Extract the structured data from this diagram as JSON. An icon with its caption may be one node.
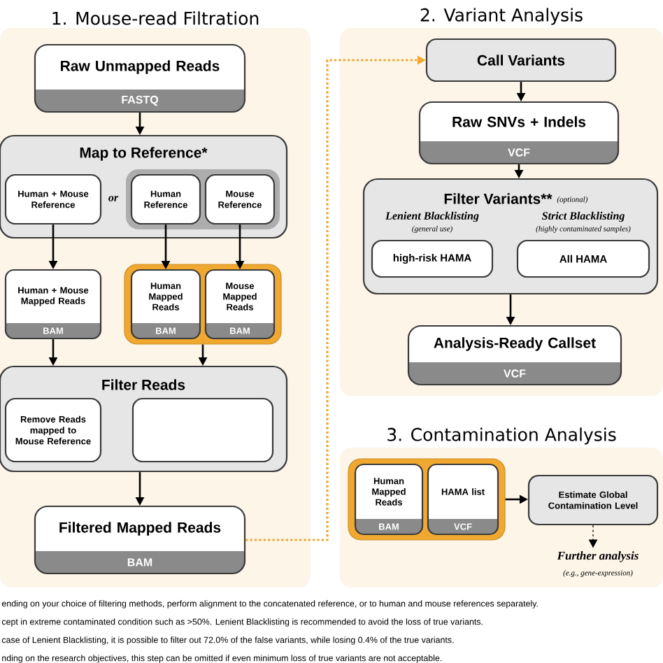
{
  "diagram": {
    "nodes": [
      {
        "text": [
          "1. Mouse-read Filtration"
        ]
      },
      {
        "text": [
          "Raw Unmapped Reads",
          "FASTQ"
        ],
        "in": 0
      },
      {
        "text": [
          "Map to Reference*"
        ],
        "in": 0
      },
      {
        "text": [
          "Human + Mouse Reference"
        ],
        "in": 2
      },
      {
        "text": [],
        "shape": "box",
        "in": 2
      },
      {
        "text": [
          "Human Reference"
        ],
        "in": 4
      },
      {
        "text": [
          "Mouse Reference"
        ],
        "in": 4
      },
      {
        "text": [
          "Human + Mouse Mapped Reads",
          "BAM"
        ],
        "in": 0
      },
      {
        "text": [],
        "shape": "box",
        "in": 0
      },
      {
        "text": [
          "Human Mapped Reads",
          "BAM"
        ],
        "in": 8
      },
      {
        "text": [
          "Mouse Mapped Reads",
          "BAM"
        ],
        "in": 8
      },
      {
        "text": [
          "Filter Reads"
        ],
        "in": 0
      },
      {
        "text": [
          "Remove Reads mapped to Mouse Reference"
        ],
        "in": 11
      },
      {
        "text": [],
        "shape": "box",
        "in": 11
      },
      {
        "text": [
          "Filtered Mapped Reads",
          "BAM"
        ],
        "in": 0
      },
      {
        "text": [
          "2. Variant Analysis"
        ]
      },
      {
        "text": [
          "Call Variants"
        ],
        "in": 15
      },
      {
        "text": [
          "Raw SNVs + Indels",
          "VCF"
        ],
        "in": 15
      },
      {
        "text": [
          "Filter Variants**",
          "(optional)"
        ],
        "in": 15
      },
      {
        "text": [
          "Lenient Blacklisting",
          "(general use)",
          "high-risk HAMA"
        ],
        "in": 18
      },
      {
        "text": [
          "Strict Blacklisting",
          "(highly contaminated samples)",
          "All HAMA"
        ],
        "in": 18
      },
      {
        "text": [
          "Analysis-Ready Callset",
          "VCF"
        ],
        "in": 15
      },
      {
        "text": [
          "3. Contamination Analysis"
        ]
      },
      {
        "text": [],
        "shape": "box",
        "in": 22
      },
      {
        "text": [
          "Human Mapped Reads",
          "BAM"
        ],
        "in": 23
      },
      {
        "text": [
          "HAMA list",
          "VCF"
        ],
        "in": 23
      },
      {
        "text": [
          "Estimate Global Contamination Level"
        ],
        "in": 22
      },
      {
        "text": [
          "Further analysis",
          "(e.g., gene-expression)"
        ],
        "in": 22
      }
    ],
    "edges": [
      {
        "from": 1,
        "to": 2,
        "arrow": "to"
      },
      {
        "from": 3,
        "to": 7,
        "arrow": "to"
      },
      {
        "from": 5,
        "to": 9,
        "arrow": "to"
      },
      {
        "from": 6,
        "to": 10,
        "arrow": "to"
      },
      {
        "from": 7,
        "to": 11,
        "arrow": "to"
      },
      {
        "from": 8,
        "to": 11,
        "arrow": "to"
      },
      {
        "from": 11,
        "to": 14,
        "arrow": "to"
      },
      {
        "from": 14,
        "to": 16,
        "arrow": "to",
        "style": "dashed",
        "color": "#f0a830"
      },
      {
        "from": 16,
        "to": 17,
        "arrow": "to"
      },
      {
        "from": 17,
        "to": 18,
        "arrow": "to"
      },
      {
        "from": 18,
        "to": 21,
        "arrow": "to"
      },
      {
        "from": 23,
        "to": 26,
        "arrow": "to"
      },
      {
        "from": 26,
        "to": 27,
        "arrow": "to",
        "style": "dashed"
      }
    ],
    "labels": [
      "or",
      "ending on your choice of filtering methods, perform alignment to the concatenated reference, or to human and mouse references separately.",
      "cept in extreme contaminated condition such as >50%. Lenient Blacklisting is recommended to avoid the loss of true variants.",
      "case of Lenient Blacklisting, it is possible to filter out 72.0% of the false variants, while losing 0.4% of the true variants.",
      "nding on the research objectives, this step can be omitted if even minimum loss of true variants are not acceptable."
    ]
  }
}
